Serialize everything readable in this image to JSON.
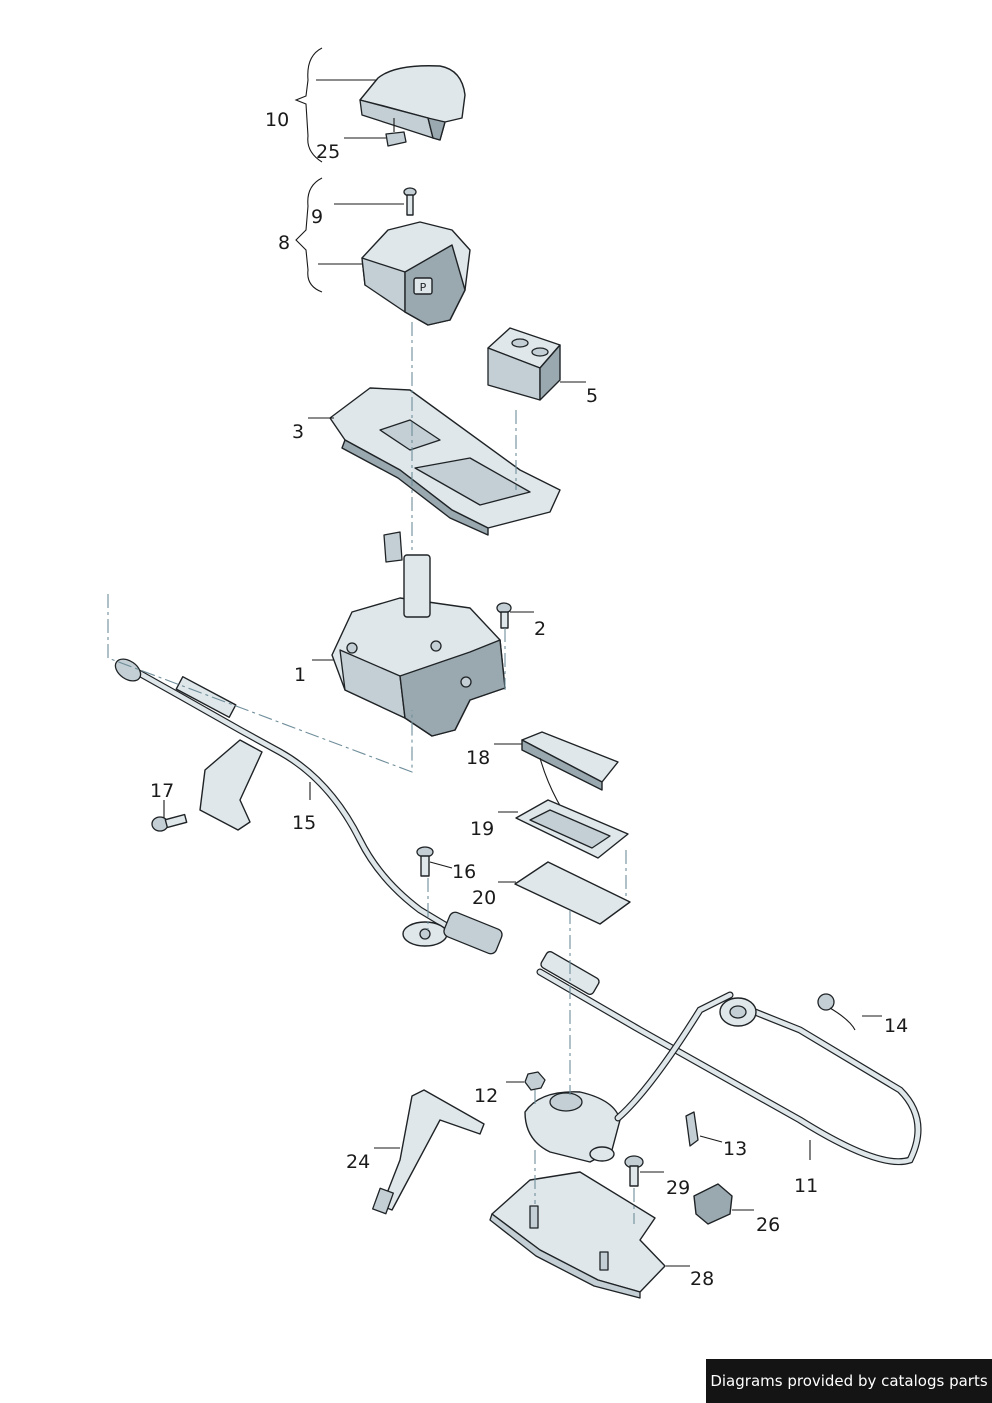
{
  "callouts": [
    {
      "id": "c10",
      "text": "10"
    },
    {
      "id": "c25",
      "text": "25"
    },
    {
      "id": "c9",
      "text": "9"
    },
    {
      "id": "c8",
      "text": "8"
    },
    {
      "id": "c5",
      "text": "5"
    },
    {
      "id": "c3",
      "text": "3"
    },
    {
      "id": "c2",
      "text": "2"
    },
    {
      "id": "c1",
      "text": "1"
    },
    {
      "id": "c18",
      "text": "18"
    },
    {
      "id": "c17",
      "text": "17"
    },
    {
      "id": "c15",
      "text": "15"
    },
    {
      "id": "c19",
      "text": "19"
    },
    {
      "id": "c16",
      "text": "16"
    },
    {
      "id": "c20",
      "text": "20"
    },
    {
      "id": "c14",
      "text": "14"
    },
    {
      "id": "c12",
      "text": "12"
    },
    {
      "id": "c13",
      "text": "13"
    },
    {
      "id": "c24",
      "text": "24"
    },
    {
      "id": "c11",
      "text": "11"
    },
    {
      "id": "c29",
      "text": "29"
    },
    {
      "id": "c26",
      "text": "26"
    },
    {
      "id": "c28",
      "text": "28"
    }
  ],
  "selector_label": "P",
  "credit": "Diagrams provided by catalogs parts"
}
